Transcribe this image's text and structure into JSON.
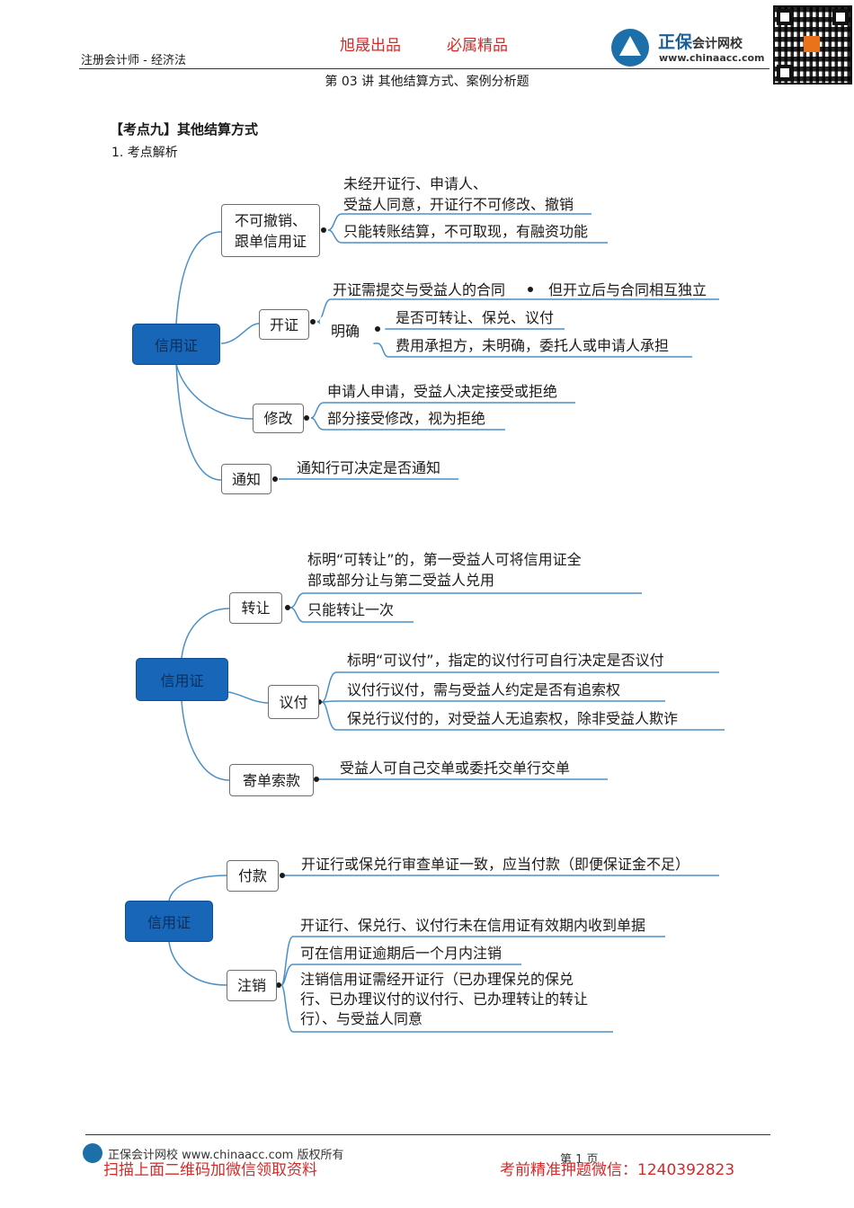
{
  "header": {
    "left_label": "注册会计师 - 经济法",
    "red_left": "旭晟出品",
    "red_right": "必属精品",
    "logo_name": "正保",
    "logo_name_suffix": "会计网校",
    "logo_url": "www.chinaacc.com",
    "lecture_title": "第 03 讲   其他结算方式、案例分析题"
  },
  "section": {
    "title": "【考点九】其他结算方式",
    "subtitle": "1. 考点解析"
  },
  "diagram1": {
    "root": "信用证",
    "branches": [
      {
        "label": "不可撤销、\n跟单信用证",
        "leaves": [
          "未经开证行、申请人、\n受益人同意，开证行不可修改、撤销",
          "只能转账结算，不可取现，有融资功能"
        ]
      },
      {
        "label": "开证",
        "leaves": [
          "开证需提交与受益人的合同",
          "但开立后与合同相互独立"
        ],
        "sub": {
          "label": "明确",
          "leaves": [
            "是否可转让、保兑、议付",
            "费用承担方，未明确，委托人或申请人承担"
          ]
        }
      },
      {
        "label": "修改",
        "leaves": [
          "申请人申请，受益人决定接受或拒绝",
          "部分接受修改，视为拒绝"
        ]
      },
      {
        "label": "通知",
        "leaves": [
          "通知行可决定是否通知"
        ]
      }
    ]
  },
  "diagram2": {
    "root": "信用证",
    "branches": [
      {
        "label": "转让",
        "leaves": [
          "标明“可转让”的，第一受益人可将信用证全\n部或部分让与第二受益人兑用",
          "只能转让一次"
        ]
      },
      {
        "label": "议付",
        "leaves": [
          "标明“可议付”，指定的议付行可自行决定是否议付",
          "议付行议付，需与受益人约定是否有追索权",
          "保兑行议付的，对受益人无追索权，除非受益人欺诈"
        ]
      },
      {
        "label": "寄单索款",
        "leaves": [
          "受益人可自己交单或委托交单行交单"
        ]
      }
    ]
  },
  "diagram3": {
    "root": "信用证",
    "branches": [
      {
        "label": "付款",
        "leaves": [
          "开证行或保兑行审查单证一致，应当付款（即便保证金不足）"
        ]
      },
      {
        "label": "注销",
        "leaves": [
          "开证行、保兑行、议付行未在信用证有效期内收到单据",
          "可在信用证逾期后一个月内注销",
          "注销信用证需经开证行（已办理保兑的保兑\n行、已办理议付的议付行、已办理转让的转让\n行）、与受益人同意"
        ]
      }
    ]
  },
  "footer": {
    "copyright": "正保会计网校 www.chinaacc.com 版权所有",
    "page": "第 1 页",
    "red_left": "扫描上面二维码加微信领取资料",
    "red_right": "考前精准押题微信：1240392823"
  },
  "colors": {
    "root_fill": "#1766b8",
    "accent_red": "#d42a2a",
    "connector": "#4a90c8"
  },
  "icons": [
    "logo-icon",
    "qr-code"
  ]
}
